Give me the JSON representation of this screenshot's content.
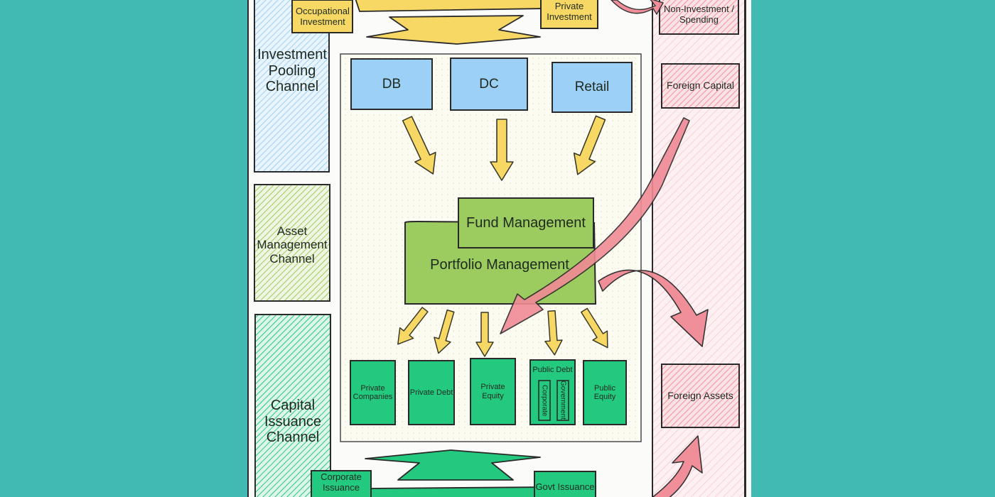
{
  "colors": {
    "background": "#41bab3",
    "blue": "#9dd0f6",
    "yellow": "#f7d864",
    "light_green": "#9ccb5f",
    "teal_green": "#22c97e",
    "pink": "#f08a95",
    "pink_light": "#fbe3e6"
  },
  "channels": {
    "investment_pooling": "Investment Pooling Channel",
    "asset_management": "Asset Management Channel",
    "capital_issuance": "Capital Issuance Channel"
  },
  "top": {
    "occupational": "Occupational Investment",
    "private": "Private Investment"
  },
  "schemes": {
    "db": "DB",
    "dc": "DC",
    "retail": "Retail"
  },
  "management": {
    "fund": "Fund Management",
    "portfolio": "Portfolio Management"
  },
  "assets": {
    "private_companies": "Private Companies",
    "private_debt": "Private Debt",
    "private_equity": "Private Equity",
    "public_debt": "Public Debt",
    "corporate": "Corporate",
    "government": "Government",
    "public_equity": "Public Equity"
  },
  "bottom": {
    "corporate_issuance": "Corporate Issuance",
    "govt_issuance": "Govt Issuance"
  },
  "external": {
    "non_investment": "Non-Investment / Spending",
    "foreign_capital": "Foreign Capital",
    "foreign_assets": "Foreign Assets"
  },
  "icons": {
    "flow_arrow": "yellow-flow-arrow",
    "foreign_flow_arrow": "pink-flow-arrow"
  }
}
